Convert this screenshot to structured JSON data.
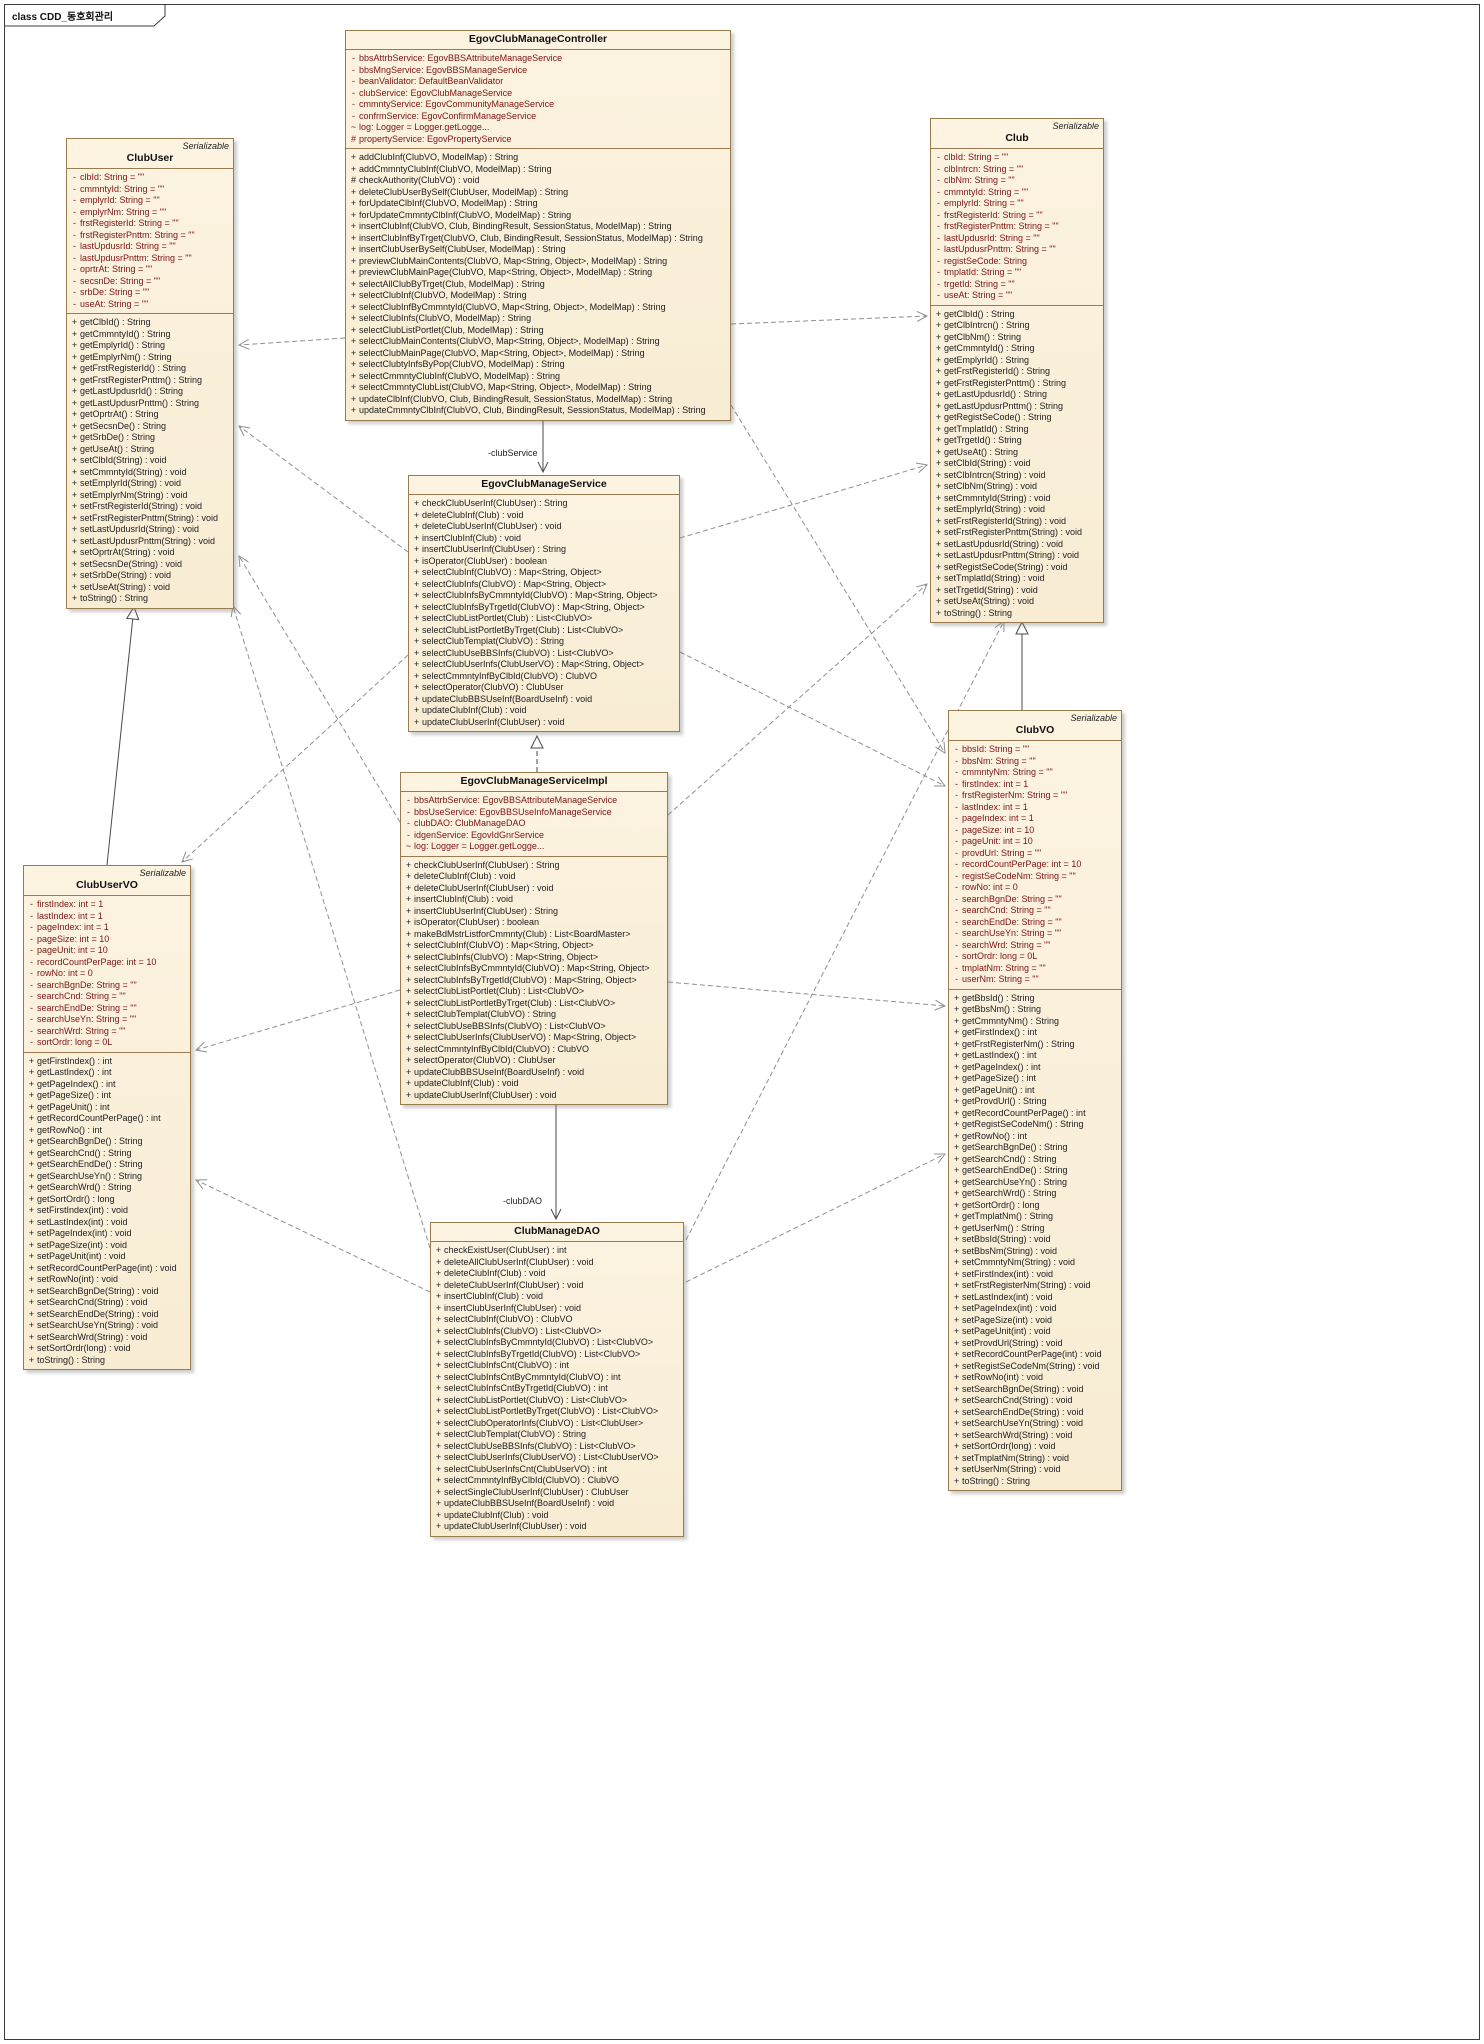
{
  "diagram": {
    "frame_label": "class CDD_동호회관리",
    "edge_labels": {
      "controller_service": "-clubService",
      "impl_dao": "-clubDAO"
    },
    "colors": {
      "class_fill": "#FAF0DA",
      "class_border": "#9A7B4F",
      "attribute_text": "#7B1414",
      "method_text": "#1D1D1D",
      "line": "#8F8F8F"
    },
    "classes": [
      {
        "id": "controller",
        "name": "EgovClubManageController",
        "stereotype": "",
        "attributes": [
          "- bbsAttrbService: EgovBBSAttributeManageService",
          "- bbsMngService: EgovBBSManageService",
          "- beanValidator: DefaultBeanValidator",
          "- clubService: EgovClubManageService",
          "- cmmntyService: EgovCommunityManageService",
          "- confrmService: EgovConfirmManageService",
          "~ log: Logger = Logger.getLogge...",
          "# propertyService: EgovPropertyService"
        ],
        "methods": [
          "+ addClubInf(ClubVO, ModelMap) : String",
          "+ addCmmntyClubInf(ClubVO, ModelMap) : String",
          "# checkAuthority(ClubVO) : void",
          "+ deleteClubUserBySelf(ClubUser, ModelMap) : String",
          "+ forUpdateClbInf(ClubVO, ModelMap) : String",
          "+ forUpdateCmmntyClbInf(ClubVO, ModelMap) : String",
          "+ insertClubInf(ClubVO, Club, BindingResult, SessionStatus, ModelMap) : String",
          "+ insertClubInfByTrget(ClubVO, Club, BindingResult, SessionStatus, ModelMap) : String",
          "+ insertClubUserBySelf(ClubUser, ModelMap) : String",
          "+ previewClubMainContents(ClubVO, Map<String, Object>, ModelMap) : String",
          "+ previewClubMainPage(ClubVO, Map<String, Object>, ModelMap) : String",
          "+ selectAllClubByTrget(Club, ModelMap) : String",
          "+ selectClubInf(ClubVO, ModelMap) : String",
          "+ selectClubInfByCmmntyId(ClubVO, Map<String, Object>, ModelMap) : String",
          "+ selectClubInfs(ClubVO, ModelMap) : String",
          "+ selectClubListPortlet(Club, ModelMap) : String",
          "+ selectClubMainContents(ClubVO, Map<String, Object>, ModelMap) : String",
          "+ selectClubMainPage(ClubVO, Map<String, Object>, ModelMap) : String",
          "+ selectClubtyInfsByPop(ClubVO, ModelMap) : String",
          "+ selectCmmntyClubInf(ClubVO, ModelMap) : String",
          "+ selectCmmntyClubList(ClubVO, Map<String, Object>, ModelMap) : String",
          "+ updateClbInf(ClubVO, Club, BindingResult, SessionStatus, ModelMap) : String",
          "+ updateCmmntyClbInf(ClubVO, Club, BindingResult, SessionStatus, ModelMap) : String"
        ]
      },
      {
        "id": "clubuser",
        "name": "ClubUser",
        "stereotype": "Serializable",
        "attributes": [
          "- clbId: String = \"\"",
          "- cmmntyId: String = \"\"",
          "- emplyrId: String = \"\"",
          "- emplyrNm: String = \"\"",
          "- frstRegisterId: String = \"\"",
          "- frstRegisterPnttm: String = \"\"",
          "- lastUpdusrId: String = \"\"",
          "- lastUpdusrPnttm: String = \"\"",
          "- oprtrAt: String = \"\"",
          "- secsnDe: String = \"\"",
          "- srbDe: String = \"\"",
          "- useAt: String = \"\""
        ],
        "methods": [
          "+ getClbId() : String",
          "+ getCmmntyId() : String",
          "+ getEmplyrId() : String",
          "+ getEmplyrNm() : String",
          "+ getFrstRegisterId() : String",
          "+ getFrstRegisterPnttm() : String",
          "+ getLastUpdusrId() : String",
          "+ getLastUpdusrPnttm() : String",
          "+ getOprtrAt() : String",
          "+ getSecsnDe() : String",
          "+ getSrbDe() : String",
          "+ getUseAt() : String",
          "+ setClbId(String) : void",
          "+ setCmmntyId(String) : void",
          "+ setEmplyrId(String) : void",
          "+ setEmplyrNm(String) : void",
          "+ setFrstRegisterId(String) : void",
          "+ setFrstRegisterPnttm(String) : void",
          "+ setLastUpdusrId(String) : void",
          "+ setLastUpdusrPnttm(String) : void",
          "+ setOprtrAt(String) : void",
          "+ setSecsnDe(String) : void",
          "+ setSrbDe(String) : void",
          "+ setUseAt(String) : void",
          "+ toString() : String"
        ]
      },
      {
        "id": "club",
        "name": "Club",
        "stereotype": "Serializable",
        "attributes": [
          "- clbId: String = \"\"",
          "- clbIntrcn: String = \"\"",
          "- clbNm: String = \"\"",
          "- cmmntyId: String = \"\"",
          "- emplyrId: String = \"\"",
          "- frstRegisterId: String = \"\"",
          "- frstRegisterPnttm: String = \"\"",
          "- lastUpdusrId: String = \"\"",
          "- lastUpdusrPnttm: String = \"\"",
          "- registSeCode: String",
          "- tmplatId: String = \"\"",
          "- trgetId: String = \"\"",
          "- useAt: String = \"\""
        ],
        "methods": [
          "+ getClbId() : String",
          "+ getClbIntrcn() : String",
          "+ getClbNm() : String",
          "+ getCmmntyId() : String",
          "+ getEmplyrId() : String",
          "+ getFrstRegisterId() : String",
          "+ getFrstRegisterPnttm() : String",
          "+ getLastUpdusrId() : String",
          "+ getLastUpdusrPnttm() : String",
          "+ getRegistSeCode() : String",
          "+ getTmplatId() : String",
          "+ getTrgetId() : String",
          "+ getUseAt() : String",
          "+ setClbId(String) : void",
          "+ setClbIntrcn(String) : void",
          "+ setClbNm(String) : void",
          "+ setCmmntyId(String) : void",
          "+ setEmplyrId(String) : void",
          "+ setFrstRegisterId(String) : void",
          "+ setFrstRegisterPnttm(String) : void",
          "+ setLastUpdusrId(String) : void",
          "+ setLastUpdusrPnttm(String) : void",
          "+ setRegistSeCode(String) : void",
          "+ setTmplatId(String) : void",
          "+ setTrgetId(String) : void",
          "+ setUseAt(String) : void",
          "+ toString() : String"
        ]
      },
      {
        "id": "service",
        "name": "EgovClubManageService",
        "stereotype": "",
        "attributes": [],
        "methods": [
          "+ checkClubUserInf(ClubUser) : String",
          "+ deleteClubInf(Club) : void",
          "+ deleteClubUserInf(ClubUser) : void",
          "+ insertClubInf(Club) : void",
          "+ insertClubUserInf(ClubUser) : String",
          "+ isOperator(ClubUser) : boolean",
          "+ selectClubInf(ClubVO) : Map<String, Object>",
          "+ selectClubInfs(ClubVO) : Map<String, Object>",
          "+ selectClubInfsByCmmntyId(ClubVO) : Map<String, Object>",
          "+ selectClubInfsByTrgetId(ClubVO) : Map<String, Object>",
          "+ selectClubListPortlet(Club) : List<ClubVO>",
          "+ selectClubListPortletByTrget(Club) : List<ClubVO>",
          "+ selectClubTemplat(ClubVO) : String",
          "+ selectClubUseBBSInfs(ClubVO) : List<ClubVO>",
          "+ selectClubUserInfs(ClubUserVO) : Map<String, Object>",
          "+ selectCmmntyInfByClbId(ClubVO) : ClubVO",
          "+ selectOperator(ClubVO) : ClubUser",
          "+ updateClubBBSUseInf(BoardUseInf) : void",
          "+ updateClubInf(Club) : void",
          "+ updateClubUserInf(ClubUser) : void"
        ]
      },
      {
        "id": "serviceimpl",
        "name": "EgovClubManageServiceImpl",
        "stereotype": "",
        "attributes": [
          "- bbsAttrbService: EgovBBSAttributeManageService",
          "- bbsUseService: EgovBBSUseInfoManageService",
          "- clubDAO: ClubManageDAO",
          "- idgenService: EgovIdGnrService",
          "~ log: Logger = Logger.getLogge..."
        ],
        "methods": [
          "+ checkClubUserInf(ClubUser) : String",
          "+ deleteClubInf(Club) : void",
          "+ deleteClubUserInf(ClubUser) : void",
          "+ insertClubInf(Club) : void",
          "+ insertClubUserInf(ClubUser) : String",
          "+ isOperator(ClubUser) : boolean",
          "+ makeBdMstrListforCmmnty(Club) : List<BoardMaster>",
          "+ selectClubInf(ClubVO) : Map<String, Object>",
          "+ selectClubInfs(ClubVO) : Map<String, Object>",
          "+ selectClubInfsByCmmntyId(ClubVO) : Map<String, Object>",
          "+ selectClubInfsByTrgetId(ClubVO) : Map<String, Object>",
          "+ selectClubListPortlet(Club) : List<ClubVO>",
          "+ selectClubListPortletByTrget(Club) : List<ClubVO>",
          "+ selectClubTemplat(ClubVO) : String",
          "+ selectClubUseBBSInfs(ClubVO) : List<ClubVO>",
          "+ selectClubUserInfs(ClubUserVO) : Map<String, Object>",
          "+ selectCmmntyInfByClbId(ClubVO) : ClubVO",
          "+ selectOperator(ClubVO) : ClubUser",
          "+ updateClubBBSUseInf(BoardUseInf) : void",
          "+ updateClubInf(Club) : void",
          "+ updateClubUserInf(ClubUser) : void"
        ]
      },
      {
        "id": "clubuservo",
        "name": "ClubUserVO",
        "stereotype": "Serializable",
        "attributes": [
          "- firstIndex: int = 1",
          "- lastIndex: int = 1",
          "- pageIndex: int = 1",
          "- pageSize: int = 10",
          "- pageUnit: int = 10",
          "- recordCountPerPage: int = 10",
          "- rowNo: int = 0",
          "- searchBgnDe: String = \"\"",
          "- searchCnd: String = \"\"",
          "- searchEndDe: String = \"\"",
          "- searchUseYn: String = \"\"",
          "- searchWrd: String = \"\"",
          "- sortOrdr: long = 0L"
        ],
        "methods": [
          "+ getFirstIndex() : int",
          "+ getLastIndex() : int",
          "+ getPageIndex() : int",
          "+ getPageSize() : int",
          "+ getPageUnit() : int",
          "+ getRecordCountPerPage() : int",
          "+ getRowNo() : int",
          "+ getSearchBgnDe() : String",
          "+ getSearchCnd() : String",
          "+ getSearchEndDe() : String",
          "+ getSearchUseYn() : String",
          "+ getSearchWrd() : String",
          "+ getSortOrdr() : long",
          "+ setFirstIndex(int) : void",
          "+ setLastIndex(int) : void",
          "+ setPageIndex(int) : void",
          "+ setPageSize(int) : void",
          "+ setPageUnit(int) : void",
          "+ setRecordCountPerPage(int) : void",
          "+ setRowNo(int) : void",
          "+ setSearchBgnDe(String) : void",
          "+ setSearchCnd(String) : void",
          "+ setSearchEndDe(String) : void",
          "+ setSearchUseYn(String) : void",
          "+ setSearchWrd(String) : void",
          "+ setSortOrdr(long) : void",
          "+ toString() : String"
        ]
      },
      {
        "id": "clubvo",
        "name": "ClubVO",
        "stereotype": "Serializable",
        "attributes": [
          "- bbsId: String = \"\"",
          "- bbsNm: String = \"\"",
          "- cmmntyNm: String = \"\"",
          "- firstIndex: int = 1",
          "- frstRegisterNm: String = \"\"",
          "- lastIndex: int = 1",
          "- pageIndex: int = 1",
          "- pageSize: int = 10",
          "- pageUnit: int = 10",
          "- provdUrl: String = \"\"",
          "- recordCountPerPage: int = 10",
          "- registSeCodeNm: String = \"\"",
          "- rowNo: int = 0",
          "- searchBgnDe: String = \"\"",
          "- searchCnd: String = \"\"",
          "- searchEndDe: String = \"\"",
          "- searchUseYn: String = \"\"",
          "- searchWrd: String = \"\"",
          "- sortOrdr: long = 0L",
          "- tmplatNm: String = \"\"",
          "- userNm: String = \"\""
        ],
        "methods": [
          "+ getBbsId() : String",
          "+ getBbsNm() : String",
          "+ getCmmntyNm() : String",
          "+ getFirstIndex() : int",
          "+ getFrstRegisterNm() : String",
          "+ getLastIndex() : int",
          "+ getPageIndex() : int",
          "+ getPageSize() : int",
          "+ getPageUnit() : int",
          "+ getProvdUrl() : String",
          "+ getRecordCountPerPage() : int",
          "+ getRegistSeCodeNm() : String",
          "+ getRowNo() : int",
          "+ getSearchBgnDe() : String",
          "+ getSearchCnd() : String",
          "+ getSearchEndDe() : String",
          "+ getSearchUseYn() : String",
          "+ getSearchWrd() : String",
          "+ getSortOrdr() : long",
          "+ getTmplatNm() : String",
          "+ getUserNm() : String",
          "+ setBbsId(String) : void",
          "+ setBbsNm(String) : void",
          "+ setCmmntyNm(String) : void",
          "+ setFirstIndex(int) : void",
          "+ setFrstRegisterNm(String) : void",
          "+ setLastIndex(int) : void",
          "+ setPageIndex(int) : void",
          "+ setPageSize(int) : void",
          "+ setPageUnit(int) : void",
          "+ setProvdUrl(String) : void",
          "+ setRecordCountPerPage(int) : void",
          "+ setRegistSeCodeNm(String) : void",
          "+ setRowNo(int) : void",
          "+ setSearchBgnDe(String) : void",
          "+ setSearchCnd(String) : void",
          "+ setSearchEndDe(String) : void",
          "+ setSearchUseYn(String) : void",
          "+ setSearchWrd(String) : void",
          "+ setSortOrdr(long) : void",
          "+ setTmplatNm(String) : void",
          "+ setUserNm(String) : void",
          "+ toString() : String"
        ]
      },
      {
        "id": "dao",
        "name": "ClubManageDAO",
        "stereotype": "",
        "attributes": [],
        "methods": [
          "+ checkExistUser(ClubUser) : int",
          "+ deleteAllClubUserInf(ClubUser) : void",
          "+ deleteClubInf(Club) : void",
          "+ deleteClubUserInf(ClubUser) : void",
          "+ insertClubInf(Club) : void",
          "+ insertClubUserInf(ClubUser) : void",
          "+ selectClubInf(ClubVO) : ClubVO",
          "+ selectClubInfs(ClubVO) : List<ClubVO>",
          "+ selectClubInfsByCmmntyId(ClubVO) : List<ClubVO>",
          "+ selectClubInfsByTrgetId(ClubVO) : List<ClubVO>",
          "+ selectClubInfsCnt(ClubVO) : int",
          "+ selectClubInfsCntByCmmntyId(ClubVO) : int",
          "+ selectClubInfsCntByTrgetId(ClubVO) : int",
          "+ selectClubListPortlet(ClubVO) : List<ClubVO>",
          "+ selectClubListPortletByTrget(ClubVO) : List<ClubVO>",
          "+ selectClubOperatorInfs(ClubVO) : List<ClubUser>",
          "+ selectClubTemplat(ClubVO) : String",
          "+ selectClubUseBBSInfs(ClubVO) : List<ClubVO>",
          "+ selectClubUserInfs(ClubUserVO) : List<ClubUserVO>",
          "+ selectClubUserInfsCnt(ClubUserVO) : int",
          "+ selectCmmntyInfByClbId(ClubVO) : ClubVO",
          "+ selectSingleClubUserInf(ClubUser) : ClubUser",
          "+ updateClubBBSUseInf(BoardUseInf) : void",
          "+ updateClubInf(Club) : void",
          "+ updateClubUserInf(ClubUser) : void"
        ]
      }
    ]
  }
}
